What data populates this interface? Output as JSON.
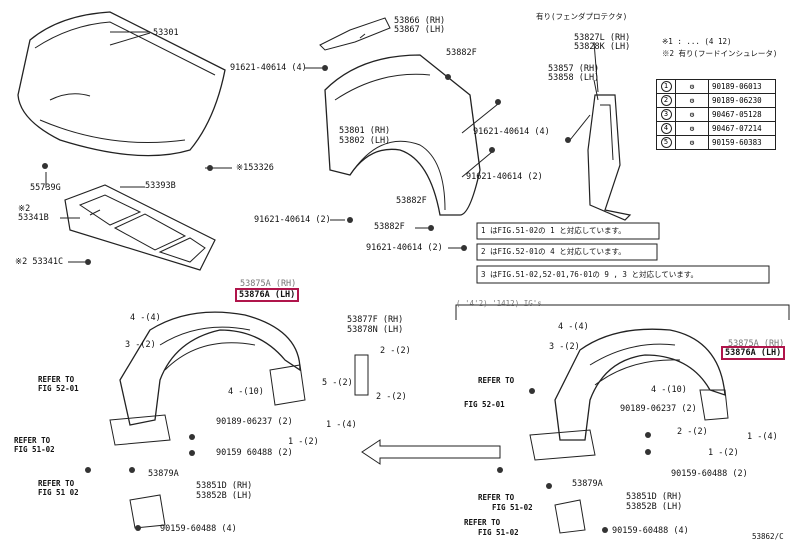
{
  "parts": {
    "hood": "53301",
    "hood_bracket": "53866 (RH)\n53867 (LH)",
    "hood_bracket_rh": "53866 (RH)",
    "hood_bracket_lh": "53867 (LH)",
    "clip_top": "91621-40614 (4)",
    "fender_seal_top": "53882F",
    "fender_rh": "53801 (RH)",
    "fender_lh": "53802 (LH)",
    "bolt_mid": "91621-40614 (4)",
    "bolt_low": "91621-40614 (2)",
    "fender_seal_low": "53882F",
    "bolt_bottom": "91621-40614 (2)",
    "bolt_far": "91621-40614 (2)",
    "seal_bottom": "53882F",
    "cushion_left": "55739G",
    "hood_insulator_part": "53393B",
    "clip_ref": "※153326",
    "insulator_note": "※2",
    "insulator": "53341B",
    "insulator_clip": "※2 53341C",
    "protector_note": "有り(フェンダプロテクタ)",
    "protector_rh": "53827L (RH)",
    "protector_lh": "53828K (LH)",
    "liner_rh": "53857 (RH)",
    "liner_lh": "53858 (LH)",
    "legend_note1": "※1 : ... (4 12)",
    "legend_note2": "※2 有り(フードインシュレータ)",
    "refer_a": "REFER TO",
    "fig_a": "FIG 52-01",
    "refer_b": "REFER TO",
    "fig_b": "FIG 51-02",
    "refer_c": "REFER TO",
    "fig_c": "FIG 51 02",
    "liner_left_rh": "53875A (RH)",
    "liner_left_lh": "53876A (LH)",
    "splash_rh": "53877F (RH)",
    "splash_lh": "53878N (LH)",
    "screw_a": "90189-06237 (2)",
    "screw_b": "90159 60488 (2)",
    "seal_a": "53879A",
    "shield_rh": "53851D (RH)",
    "shield_lh": "53852B (LH)",
    "screw_c": "90159-60488 (4)",
    "right_refer_a": "REFER TO",
    "right_fig_a": "FIG 52-01",
    "right_liner_rh": "53875A (RH)",
    "right_liner_lh": "53876A (LH)",
    "right_screw_a": "90189-06237 (2)",
    "right_screw_b": "90159-60488 (2)",
    "right_seal": "53879A",
    "right_shield_rh": "53851D (RH)",
    "right_shield_lh": "53852B (LH)",
    "right_refer_b": "REFER TO",
    "right_fig_b": "FIG 51-02",
    "right_refer_c": "REFER TO",
    "right_fig_c": "FIG 51-02",
    "right_screw_c": "90159-60488 (4)",
    "right_header": "( '4'2) '1412)  IG's",
    "footer": "53862/C"
  },
  "callouts": {
    "c4_left": "4 -(4)",
    "c3_left": "3 -(2)",
    "c4_mid": "4 -(10)",
    "c1_left": "1 -(4)",
    "c2_a": "2 -(2)",
    "c5_a": "5 -(2)",
    "c2_b": "2 -(2)",
    "c1_b": "1 -(2)",
    "c4_right": "4 -(4)",
    "c3_right": "3 -(2)",
    "c4_mid_r": "4 -(10)",
    "c2_r": "2 -(2)",
    "c1_r": "1 -(4)",
    "c1_r2": "1 -(2)"
  },
  "notes": {
    "n1": "1 はFIG.51-02の 1 と対応しています。",
    "n2": "2 はFIG.52-01の 4 と対応しています。",
    "n3": "3 はFIG.51-02,52-01,76-01の 9 , 3 と対応しています。"
  },
  "legend": [
    {
      "num": "1",
      "icon": "clip-icon",
      "part": "90189-06013"
    },
    {
      "num": "2",
      "icon": "clip-icon",
      "part": "90189-06230"
    },
    {
      "num": "3",
      "icon": "clip-icon",
      "part": "90467-05128"
    },
    {
      "num": "4",
      "icon": "clip-icon",
      "part": "90467-07214"
    },
    {
      "num": "5",
      "icon": "screw-icon",
      "part": "90159-60383"
    }
  ],
  "highlight_color": "#b0154b"
}
